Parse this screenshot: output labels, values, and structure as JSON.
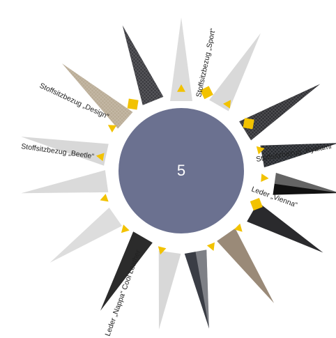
{
  "hub": {
    "value": "5",
    "color": "#6b7190"
  },
  "marker_color": "#f2c200",
  "rays": [
    {
      "id": "sport-light",
      "fill": "#dcdcdc",
      "pattern": ""
    },
    {
      "id": "r2",
      "fill": "#d9d9d9",
      "pattern": ""
    },
    {
      "id": "r3",
      "fill": "#2f2f33",
      "pattern": "grid"
    },
    {
      "id": "kyalami",
      "fill": "#24272c",
      "pattern": "grid"
    },
    {
      "id": "vienna-black",
      "fill": "#111111",
      "pattern": "split"
    },
    {
      "id": "r6",
      "fill": "#2a2a2d",
      "pattern": ""
    },
    {
      "id": "r7",
      "fill": "#9a8a78",
      "pattern": ""
    },
    {
      "id": "r8",
      "fill": "#3a3d45",
      "pattern": "split"
    },
    {
      "id": "nappa",
      "fill": "#d8d8d8",
      "pattern": ""
    },
    {
      "id": "r10",
      "fill": "#2b2b2b",
      "pattern": ""
    },
    {
      "id": "r11",
      "fill": "#dddddd",
      "pattern": ""
    },
    {
      "id": "beetle",
      "fill": "#dadada",
      "pattern": ""
    },
    {
      "id": "design-light",
      "fill": "#d8d8d8",
      "pattern": ""
    },
    {
      "id": "design-tweed",
      "fill": "#b9ab95",
      "pattern": "grid"
    },
    {
      "id": "r15",
      "fill": "#3a3a3f",
      "pattern": "grid"
    }
  ],
  "labels": {
    "sport": "Stoffsitzbezug „Sport“",
    "kyalami": "Stoffsitzbezug „Kyalami“",
    "vienna": "Leder „Vienna“",
    "nappa": "Leder „Nappa“ Cool Leather",
    "beetle": "Stoffsitzbezug „Beetle“",
    "design": "Stoffsitzbezug „Design“"
  }
}
